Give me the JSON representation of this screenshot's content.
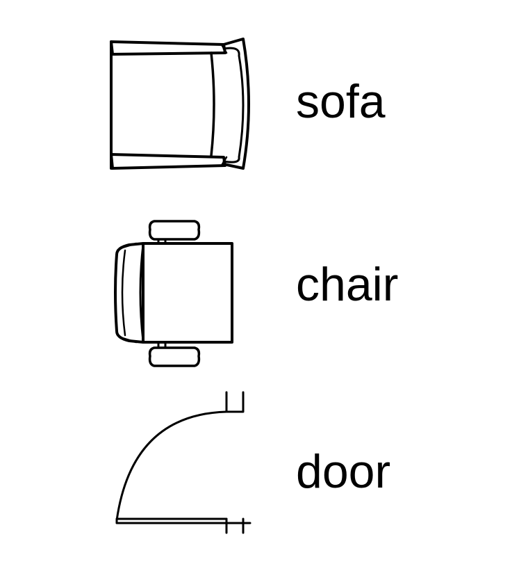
{
  "legend": {
    "items": [
      {
        "label": "sofa",
        "icon": "sofa-icon"
      },
      {
        "label": "chair",
        "icon": "chair-icon"
      },
      {
        "label": "door",
        "icon": "door-icon"
      }
    ]
  },
  "colors": {
    "background": "#ffffff",
    "ink": "#000000"
  }
}
